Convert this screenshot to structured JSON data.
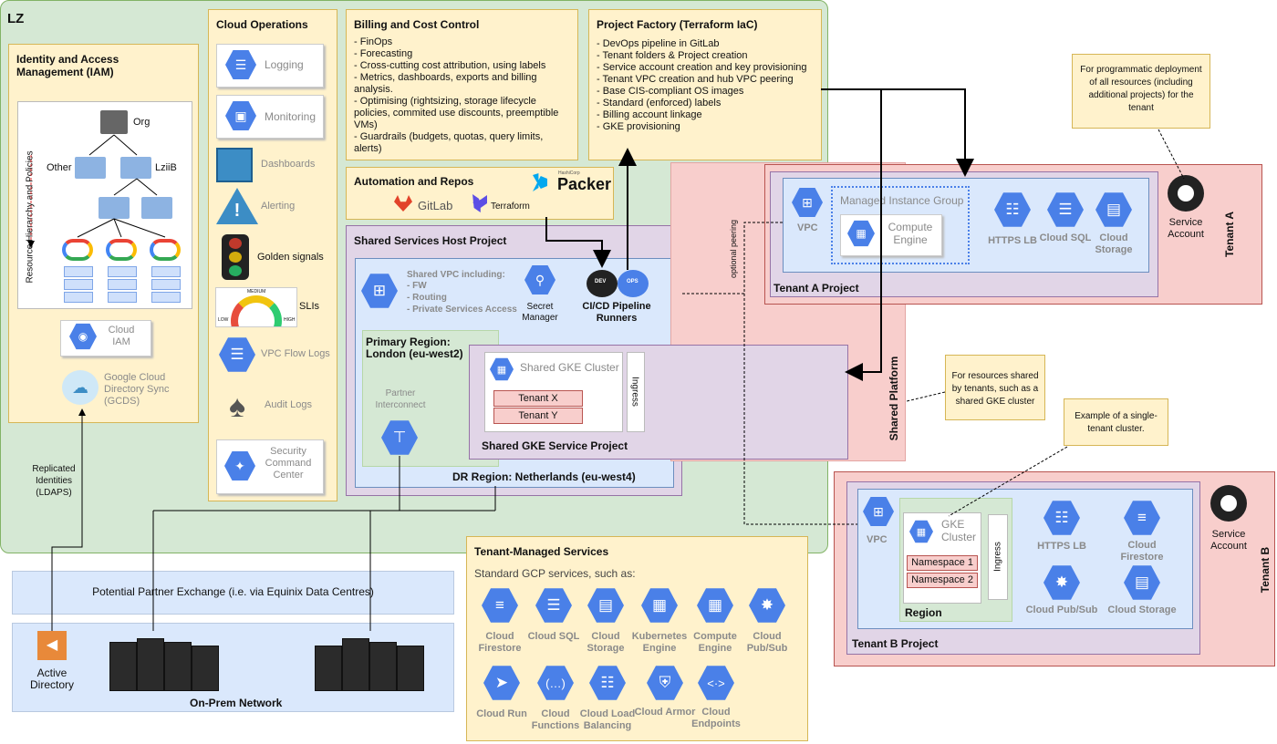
{
  "lz": {
    "title": "LZ"
  },
  "iam": {
    "title": "Identity and Access Management (IAM)",
    "hierarchy_label": "Resource Hierarchy and Policies",
    "org": "Org",
    "other": "Other",
    "lziib": "LziiB",
    "cloud_iam": "Cloud IAM",
    "gcds": "Google Cloud Directory Sync (GCDS)"
  },
  "replicated": "Replicated Identities (LDAPS)",
  "cloud_ops": {
    "title": "Cloud Operations",
    "items": [
      "Logging",
      "Monitoring",
      "Dashboards",
      "Alerting",
      "Golden signals",
      "SLIs",
      "VPC Flow Logs",
      "Audit Logs",
      "Security Command Center"
    ]
  },
  "sli_gauge": {
    "medium": "MEDIUM",
    "low": "LOW",
    "high": "HIGH"
  },
  "billing": {
    "title": "Billing and Cost Control",
    "items": [
      "- FinOps",
      "- Forecasting",
      "- Cross-cutting cost attribution, using labels",
      "- Metrics, dashboards, exports and billing analysis.",
      "- Optimising (rightsizing, storage lifecycle policies, commited use discounts, preemptible VMs)",
      "- Guardrails (budgets, quotas, query limits, alerts)"
    ]
  },
  "factory": {
    "title": "Project Factory (Terraform IaC)",
    "items": [
      "- DevOps pipeline in GitLab",
      "- Tenant folders & Project creation",
      "- Service account creation and key provisioning",
      "- Tenant VPC creation and hub VPC peering",
      "- Base CIS-compliant OS images",
      "- Standard (enforced) labels",
      "- Billing account linkage",
      "- GKE provisioning"
    ]
  },
  "automation": {
    "title": "Automation and Repos",
    "gitlab": "GitLab",
    "terraform": "Terraform",
    "packer": "Packer",
    "packer_small": "HashiCorp"
  },
  "note_programmatic": "For programmatic deployment of all resources (including additional projects) for the tenant",
  "note_shared": "For resources shared by tenants, such as a shared GKE cluster",
  "note_single": "Example of a single-tenant cluster.",
  "shared_host": {
    "title": "Shared Services Host Project",
    "vpc_title": "Shared VPC including:",
    "vpc_items": [
      "- FW",
      "- Routing",
      "- Private Services Access"
    ],
    "secret": "Secret Manager",
    "cicd": "CI/CD Pipeline Runners",
    "dev": "DEV",
    "ops": "OPS",
    "primary": "Primary Region: London (eu-west2)",
    "partner": "Partner Interconnect",
    "dr": "DR Region: Netherlands (eu-west4)"
  },
  "shared_gke": {
    "project": "Shared GKE Service Project",
    "cluster": "Shared GKE Cluster",
    "tenant_x": "Tenant X",
    "tenant_y": "Tenant Y",
    "ingress": "Ingress"
  },
  "shared_platform": "Shared Platform",
  "optional_peering": "optional peering",
  "tenant_a": {
    "label": "Tenant A",
    "project": "Tenant A Project",
    "vpc": "VPC",
    "mig": "Managed Instance Group",
    "compute": "Compute Engine",
    "https": "HTTPS LB",
    "sql": "Cloud SQL",
    "storage": "Cloud Storage",
    "sa": "Service Account"
  },
  "tenant_b": {
    "label": "Tenant B",
    "project": "Tenant B Project",
    "vpc": "VPC",
    "gke": "GKE Cluster",
    "ns1": "Namespace 1",
    "ns2": "Namespace 2",
    "ingress": "Ingress",
    "region": "Region",
    "https": "HTTPS LB",
    "firestore": "Cloud Firestore",
    "pubsub": "Cloud Pub/Sub",
    "storage": "Cloud Storage",
    "sa": "Service Account"
  },
  "tenant_managed": {
    "title": "Tenant-Managed Services",
    "subtitle": "Standard GCP services, such as:",
    "services": [
      "Cloud Firestore",
      "Cloud SQL",
      "Cloud Storage",
      "Kubernetes Engine",
      "Compute Engine",
      "Cloud Pub/Sub",
      "Cloud Run",
      "Cloud Functions",
      "Cloud Load Balancing",
      "Cloud Armor",
      "Cloud Endpoints"
    ]
  },
  "partner_exchange": "Potential Partner Exchange (i.e. via Equinix Data Centres)",
  "onprem": {
    "title": "On-Prem Network",
    "ad": "Active Directory"
  },
  "colors": {
    "hex_blue": "#4a80e8",
    "green": "#d5e8d4",
    "yellow": "#fff2cc",
    "purple": "#e1d5e7",
    "blue": "#dae8fc",
    "pink": "#f8cecc"
  }
}
